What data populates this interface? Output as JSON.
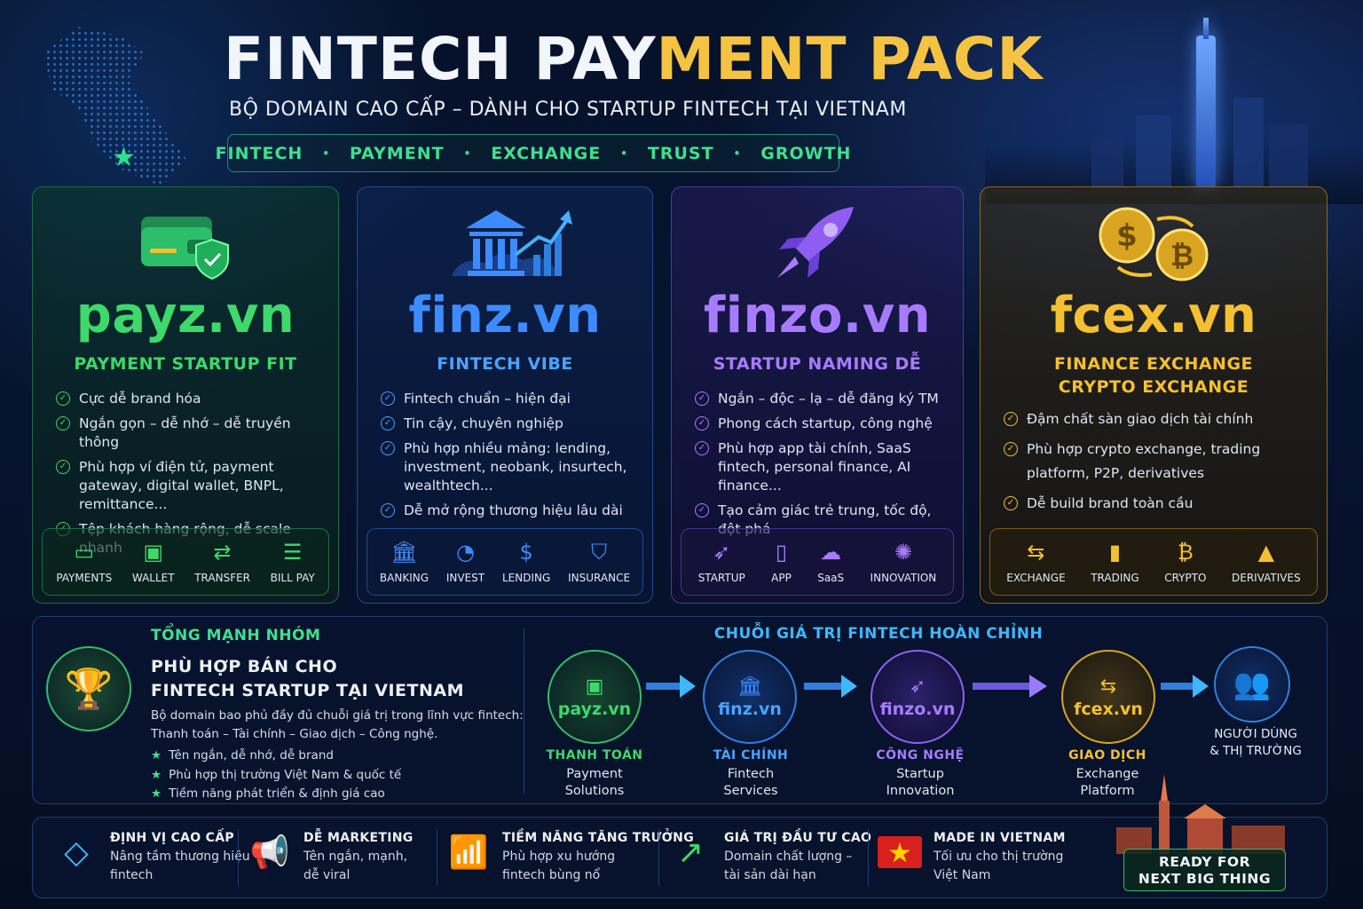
{
  "header": {
    "title_part1": "FINTECH PAY",
    "title_part2": "MENT PACK",
    "subtitle": "BỘ DOMAIN CAO CẤP – DÀNH CHO STARTUP FINTECH TẠI VIETNAM",
    "tags": [
      "FINTECH",
      "PAYMENT",
      "EXCHANGE",
      "TRUST",
      "GROWTH"
    ]
  },
  "cards": [
    {
      "domain": "payz.vn",
      "subtitle": "PAYMENT STARTUP FIT",
      "features": [
        "Cực dễ brand hóa",
        "Ngắn gọn – dễ nhớ – dễ truyền thông",
        "Phù hợp ví điện tử, payment gateway, digital wallet, BNPL, remittance...",
        "Tệp khách hàng rộng, dễ scale nhanh"
      ],
      "categories": [
        "PAYMENTS",
        "WALLET",
        "TRANSFER",
        "BILL PAY"
      ],
      "icons": [
        "card-icon",
        "wallet-icon",
        "transfer-icon",
        "bill-icon"
      ]
    },
    {
      "domain": "finz.vn",
      "subtitle": "FINTECH VIBE",
      "features": [
        "Fintech chuẩn – hiện đại",
        "Tin cậy, chuyên nghiệp",
        "Phù hợp nhiều mảng: lending, investment, neobank, insurtech, wealthtech...",
        "Dễ mở rộng thương hiệu lâu dài"
      ],
      "categories": [
        "BANKING",
        "INVEST",
        "LENDING",
        "INSURANCE"
      ],
      "icons": [
        "bank-icon",
        "pie-chart-icon",
        "money-bag-icon",
        "shield-icon"
      ]
    },
    {
      "domain": "finzo.vn",
      "subtitle": "STARTUP NAMING DỄ",
      "features": [
        "Ngắn – độc – lạ – dễ đăng ký TM",
        "Phong cách startup, công nghệ",
        "Phù hợp app tài chính, SaaS fintech, personal finance, AI finance...",
        "Tạo cảm giác trẻ trung, tốc độ, đột phá"
      ],
      "categories": [
        "STARTUP",
        "APP",
        "SaaS",
        "INNOVATION"
      ],
      "icons": [
        "rocket-icon",
        "phone-icon",
        "cloud-icon",
        "bulb-icon"
      ]
    },
    {
      "domain": "fcex.vn",
      "subtitle": "FINANCE EXCHANGE",
      "subtitle2": "CRYPTO EXCHANGE",
      "features": [
        "Đậm chất sàn giao dịch tài chính",
        "Phù hợp crypto exchange, trading platform, P2P, derivatives",
        "Dễ build brand toàn cầu"
      ],
      "categories": [
        "EXCHANGE",
        "TRADING",
        "CRYPTO",
        "DERIVATIVES"
      ],
      "icons": [
        "exchange-icon",
        "candlestick-icon",
        "bitcoin-icon",
        "growth-chart-icon"
      ]
    }
  ],
  "group": {
    "title": "TỔNG MẠNH NHÓM",
    "heading1": "PHÙ HỢP BÁN CHO",
    "heading2": "FINTECH STARTUP TẠI VIETNAM",
    "desc1": "Bộ domain bao phủ đầy đủ chuỗi giá trị trong lĩnh vực fintech:",
    "desc2": "Thanh toán – Tài chính – Giao dịch – Công nghệ.",
    "points": [
      "Tên ngắn, dễ nhớ, dễ brand",
      "Phù hợp thị trường Việt Nam & quốc tế",
      "Tiềm năng phát triển & định giá cao"
    ]
  },
  "chain": {
    "title": "CHUỖI GIÁ TRỊ FINTECH HOÀN CHỈNH",
    "nodes": [
      {
        "label": "payz.vn",
        "cat": "THANH TOÁN",
        "l1": "Payment",
        "l2": "Solutions"
      },
      {
        "label": "finz.vn",
        "cat": "TÀI CHÍNH",
        "l1": "Fintech",
        "l2": "Services"
      },
      {
        "label": "finzo.vn",
        "cat": "CÔNG NGHỆ",
        "l1": "Startup",
        "l2": "Innovation"
      },
      {
        "label": "fcex.vn",
        "cat": "GIAO DỊCH",
        "l1": "Exchange",
        "l2": "Platform"
      }
    ],
    "end_l1": "NGƯỜI DÙNG",
    "end_l2": "& THỊ TRƯỜNG"
  },
  "bottom": [
    {
      "title": "ĐỊNH VỊ CAO CẤP",
      "l1": "Nâng tầm thương hiệu",
      "l2": "fintech",
      "icon": "diamond-icon"
    },
    {
      "title": "DỄ MARKETING",
      "l1": "Tên ngắn, mạnh,",
      "l2": "dễ viral",
      "icon": "megaphone-icon"
    },
    {
      "title": "TIỀM NĂNG TĂNG TRƯỞNG",
      "l1": "Phù hợp xu hướng",
      "l2": "fintech bùng nổ",
      "icon": "bar-growth-icon"
    },
    {
      "title": "GIÁ TRỊ ĐẦU TƯ CAO",
      "l1": "Domain chất lượng –",
      "l2": "tài sản dài hạn",
      "icon": "trend-up-icon"
    },
    {
      "title": "MADE IN VIETNAM",
      "l1": "Tối ưu cho thị trường",
      "l2": "Việt Nam",
      "icon": "vietnam-flag-icon"
    }
  ],
  "ready": {
    "l1": "READY FOR",
    "l2": "NEXT BIG THING"
  },
  "colors": {
    "green": "#3ed96a",
    "blue": "#3d8cff",
    "purple": "#a77bff",
    "gold": "#f5c030"
  }
}
